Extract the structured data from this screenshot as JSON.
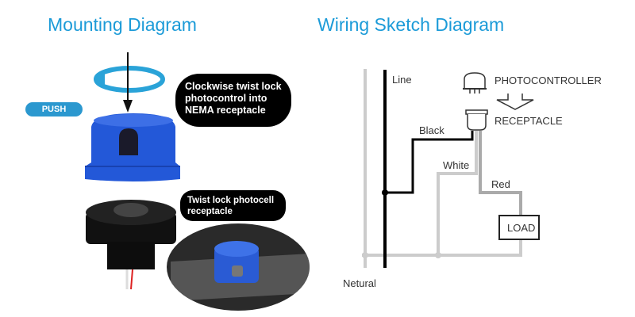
{
  "mounting": {
    "title": "Mounting Diagram",
    "push_label": "PUSH",
    "callout_1": "Clockwise twist lock photocontrol into NEMA receptacle",
    "callout_2": "Twist lock photocell receptacle"
  },
  "wiring": {
    "title": "Wiring Sketch Diagram",
    "line": "Line",
    "photocontroller": "PHOTOCONTROLLER",
    "receptacle": "RECEPTACLE",
    "black": "Black",
    "white": "White",
    "red": "Red",
    "load": "LOAD",
    "neutral": "Netural"
  },
  "colors": {
    "accent": "#1c9bd8",
    "cap_blue": "#2358d8"
  }
}
